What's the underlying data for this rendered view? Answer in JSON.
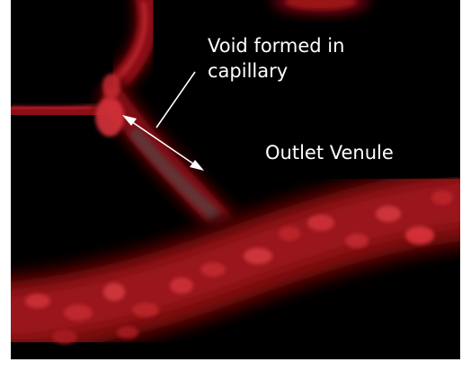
{
  "image": {
    "description_colors": {
      "background": "#000000",
      "vessel_core": "#8a0e12",
      "vessel_edge": "#3c0204",
      "vessel_highlight": "#e0353c",
      "annotation": "#ffffff"
    }
  },
  "annotations": {
    "void_label_line1": "Void formed in",
    "void_label_line2": "capillary",
    "outlet_label": "Outlet Venule"
  }
}
